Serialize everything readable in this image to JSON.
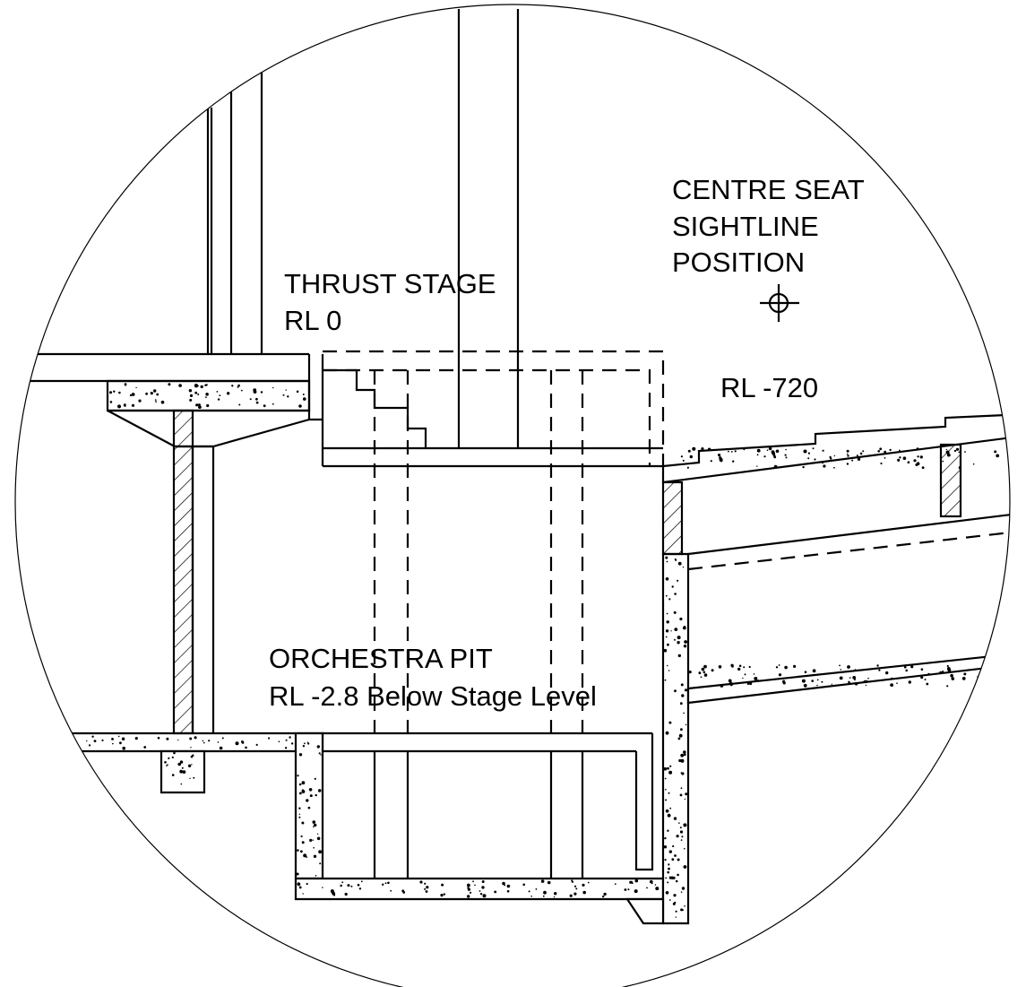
{
  "labels": {
    "thrust_stage": {
      "line1": "THRUST STAGE",
      "line2": "RL 0"
    },
    "sightline": {
      "line1": "CENTRE SEAT",
      "line2": "SIGHTLINE",
      "line3": "POSITION"
    },
    "seating_level": "RL  -720",
    "orchestra_pit": {
      "line1": "ORCHESTRA PIT",
      "line2": "RL -2.8 Below Stage Level"
    }
  },
  "style": {
    "ink": "#000000",
    "paper": "#ffffff"
  },
  "icons": [
    "crosshair-icon"
  ]
}
